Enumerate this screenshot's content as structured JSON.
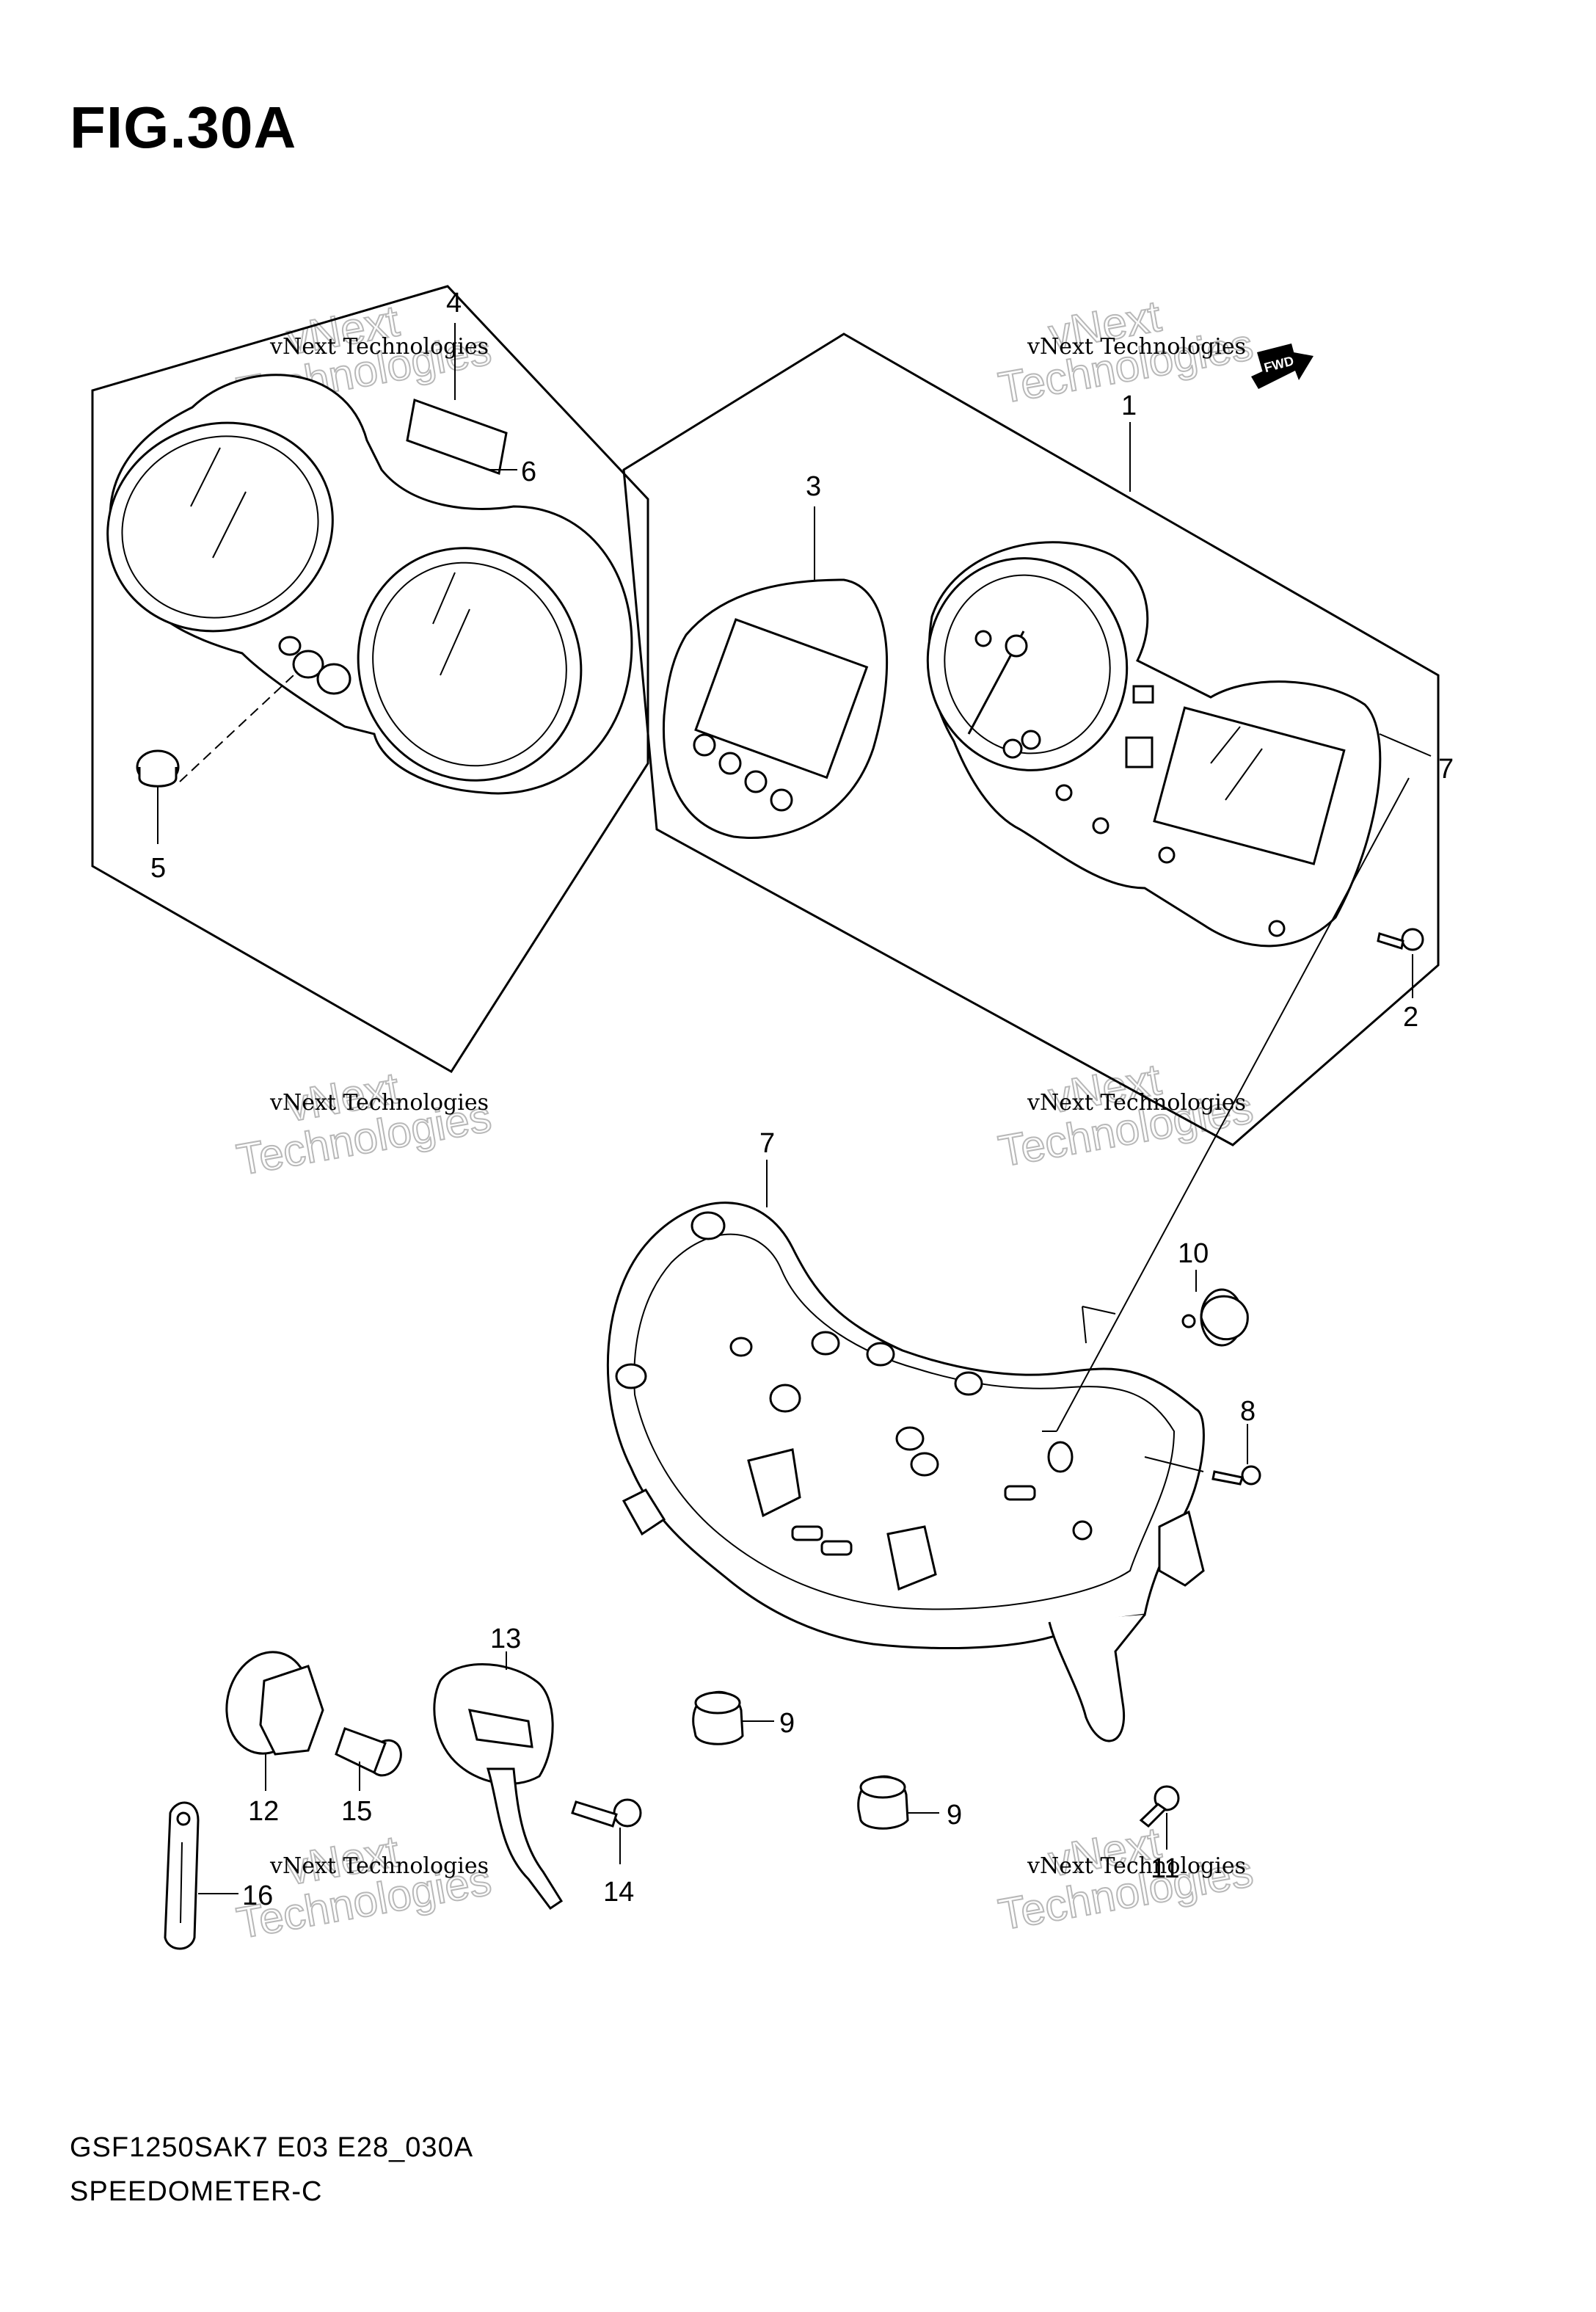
{
  "figure": {
    "title": "FIG.30A",
    "code": "GSF1250SAK7 E03 E28_030A",
    "name": "SPEEDOMETER-C"
  },
  "fwd_arrow_label": "FWD",
  "watermark": {
    "small": "vNext Technologies",
    "large_line1": "vNext",
    "large_line2": "Technologies"
  },
  "callouts": [
    "1",
    "2",
    "3",
    "4",
    "5",
    "6",
    "7",
    "7",
    "8",
    "9",
    "9",
    "10",
    "11",
    "12",
    "13",
    "14",
    "15",
    "16"
  ]
}
